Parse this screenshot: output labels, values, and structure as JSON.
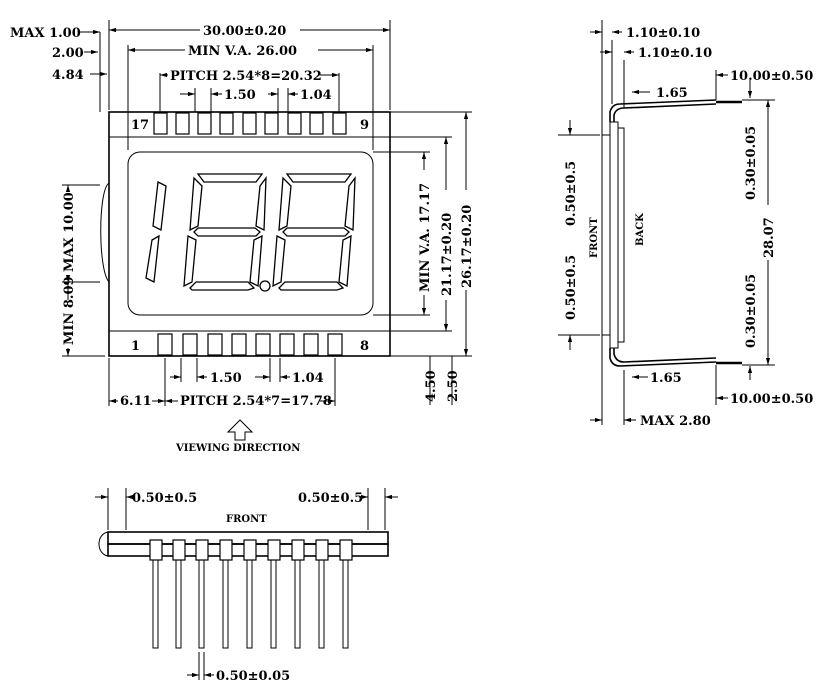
{
  "front_view": {
    "dims": {
      "max_1": "MAX  1.00",
      "d_2": "2.00",
      "d_4_84": "4.84",
      "width_total": "30.00±0.20",
      "min_va_width": "MIN  V.A.  26.00",
      "pitch_top": "PITCH  2.54*8=20.32",
      "pin_width_top": "1.50",
      "pin_gap_top": "1.04",
      "pin_label_17": "17",
      "pin_label_9": "9",
      "pin_label_1": "1",
      "pin_label_8": "8",
      "min_va_height": "MIN  V.A.  17.17",
      "height_21": "21.17±0.20",
      "height_26": "26.17±0.20",
      "max_10": "MAX  10.00",
      "min_8_09": "MIN  8.09",
      "pin_width_bottom": "1.50",
      "pin_gap_bottom": "1.04",
      "d_6_11": "6.11",
      "pitch_bottom": "PITCH  2.54*7=17.78",
      "d_4_50": "4.50",
      "d_2_50": "2.50",
      "viewing_direction": "VIEWING  DIRECTION"
    }
  },
  "side_view": {
    "dims": {
      "t1": "1.10±0.10",
      "t2": "1.10±0.10",
      "pin_len_top": "10.00±0.50",
      "d_1_65_top": "1.65",
      "front_label": "FRONT",
      "back_label": "BACK",
      "tol_upper": "0.50±0.5",
      "tol_lower": "0.50±0.5",
      "pin_thk_upper": "0.30±0.05",
      "pin_thk_lower": "0.30±0.05",
      "pin_span": "28.07",
      "d_1_65_bottom": "1.65",
      "pin_len_bottom": "10.00±0.50",
      "max_thickness": "MAX  2.80"
    }
  },
  "bottom_view": {
    "dims": {
      "left_tol": "0.50±0.5",
      "right_tol": "0.50±0.5",
      "front_label": "FRONT",
      "pin_thk": "0.50±0.05"
    }
  },
  "display": {
    "digits": [
      "1",
      "8",
      "8"
    ],
    "decimal_point": true
  }
}
